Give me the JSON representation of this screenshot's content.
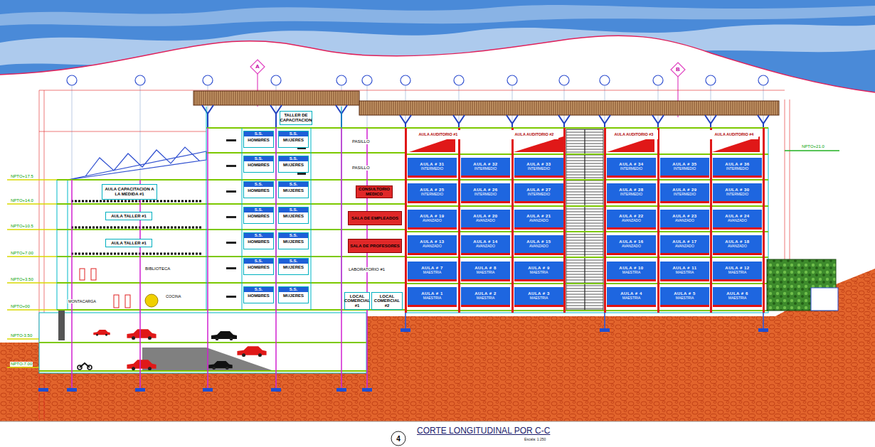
{
  "diagram": {
    "caption": "CORTE LONGITUDINAL POR C-C",
    "nodes": [
      {
        "text": [
          "AULA CAPACITACION A LA MEDIDA #1"
        ]
      },
      {
        "text": [
          "AULA TALLER #1"
        ]
      },
      {
        "text": [
          "AULA TALLER #1"
        ]
      },
      {
        "text": [
          "TALLER DE CAPACITACION"
        ]
      },
      {
        "text": [
          "S.S.",
          "HOMBRES"
        ]
      },
      {
        "text": [
          "S.S.",
          "MUJERES"
        ]
      },
      {
        "text": [
          "S.S.",
          "HOMBRES"
        ]
      },
      {
        "text": [
          "S.S.",
          "MUJERES"
        ]
      },
      {
        "text": [
          "S.S.",
          "HOMBRES"
        ]
      },
      {
        "text": [
          "S.S.",
          "MUJERES"
        ]
      },
      {
        "text": [
          "S.S.",
          "HOMBRES"
        ]
      },
      {
        "text": [
          "S.S.",
          "MUJERES"
        ]
      },
      {
        "text": [
          "S.S.",
          "HOMBRES"
        ]
      },
      {
        "text": [
          "S.S.",
          "MUJERES"
        ]
      },
      {
        "text": [
          "S.S.",
          "HOMBRES"
        ]
      },
      {
        "text": [
          "S.S.",
          "MUJERES"
        ]
      },
      {
        "text": [
          "S.S.",
          "HOMBRES"
        ]
      },
      {
        "text": [
          "S.S.",
          "MUJERES"
        ]
      },
      {
        "text": [
          "CONSULTORIO MEDICO"
        ]
      },
      {
        "text": [
          "SALA DE EMPLEADOS"
        ]
      },
      {
        "text": [
          "SALA DE PROFESORES"
        ]
      },
      {
        "text": [
          "LOCAL COMERCIAL #1"
        ]
      },
      {
        "text": [
          "LOCAL COMERCIAL #2"
        ]
      },
      {
        "text": [
          "AULA AUDITORIO #1"
        ]
      },
      {
        "text": [
          "AULA AUDITORIO #2"
        ]
      },
      {
        "text": [
          "AULA AUDITORIO #3"
        ]
      },
      {
        "text": [
          "AULA AUDITORIO #4"
        ]
      },
      {
        "text": [
          "AULA # 31",
          "INTERMEDIO"
        ]
      },
      {
        "text": [
          "AULA # 32",
          "INTERMEDIO"
        ]
      },
      {
        "text": [
          "AULA # 33",
          "INTERMEDIO"
        ]
      },
      {
        "text": [
          "AULA # 34",
          "INTERMEDIO"
        ]
      },
      {
        "text": [
          "AULA # 35",
          "INTERMEDIO"
        ]
      },
      {
        "text": [
          "AULA # 36",
          "INTERMEDIO"
        ]
      },
      {
        "text": [
          "AULA # 25",
          "INTERMEDIO"
        ]
      },
      {
        "text": [
          "AULA # 26",
          "INTERMEDIO"
        ]
      },
      {
        "text": [
          "AULA # 27",
          "INTERMEDIO"
        ]
      },
      {
        "text": [
          "AULA # 28",
          "INTERMEDIO"
        ]
      },
      {
        "text": [
          "AULA # 29",
          "INTERMEDIO"
        ]
      },
      {
        "text": [
          "AULA # 30",
          "INTERMEDIO"
        ]
      },
      {
        "text": [
          "AULA # 19",
          "AVANZADO"
        ]
      },
      {
        "text": [
          "AULA # 20",
          "AVANZADO"
        ]
      },
      {
        "text": [
          "AULA # 21",
          "AVANZADO"
        ]
      },
      {
        "text": [
          "AULA # 22",
          "AVANZADO"
        ]
      },
      {
        "text": [
          "AULA # 23",
          "AVANZADO"
        ]
      },
      {
        "text": [
          "AULA # 24",
          "AVANZADO"
        ]
      },
      {
        "text": [
          "AULA # 13",
          "AVANZADO"
        ]
      },
      {
        "text": [
          "AULA # 14",
          "AVANZADO"
        ]
      },
      {
        "text": [
          "AULA # 15",
          "AVANZADO"
        ]
      },
      {
        "text": [
          "AULA # 16",
          "AVANZADO"
        ]
      },
      {
        "text": [
          "AULA # 17",
          "AVANZADO"
        ]
      },
      {
        "text": [
          "AULA # 18",
          "AVANZADO"
        ]
      },
      {
        "text": [
          "AULA # 7",
          "MAESTRIA"
        ]
      },
      {
        "text": [
          "AULA # 8",
          "MAESTRIA"
        ]
      },
      {
        "text": [
          "AULA # 9",
          "MAESTRIA"
        ]
      },
      {
        "text": [
          "AULA # 10",
          "MAESTRIA"
        ]
      },
      {
        "text": [
          "AULA # 11",
          "MAESTRIA"
        ]
      },
      {
        "text": [
          "AULA # 12",
          "MAESTRIA"
        ]
      },
      {
        "text": [
          "AULA # 1",
          "MAESTRIA"
        ]
      },
      {
        "text": [
          "AULA # 2",
          "MAESTRIA"
        ]
      },
      {
        "text": [
          "AULA # 3",
          "MAESTRIA"
        ]
      },
      {
        "text": [
          "AULA # 4",
          "MAESTRIA"
        ]
      },
      {
        "text": [
          "AULA # 5",
          "MAESTRIA"
        ]
      },
      {
        "text": [
          "AULA # 6",
          "MAESTRIA"
        ]
      }
    ],
    "labels": [
      "A",
      "B",
      "NPTO+21.0",
      "NPTO+17.5",
      "NPTO+14.0",
      "NPTO+10.5",
      "NPTO+7.00",
      "NPTO+3.50",
      "NPTO+00",
      "NPTO-3.50",
      "NPTO-7.00",
      "PASILLO",
      "PASILLO",
      "BIBLIOTECA",
      "COCINA",
      "MONTACARGA",
      "LABORATORIO #1",
      "4",
      "Escala: 1:250"
    ]
  }
}
